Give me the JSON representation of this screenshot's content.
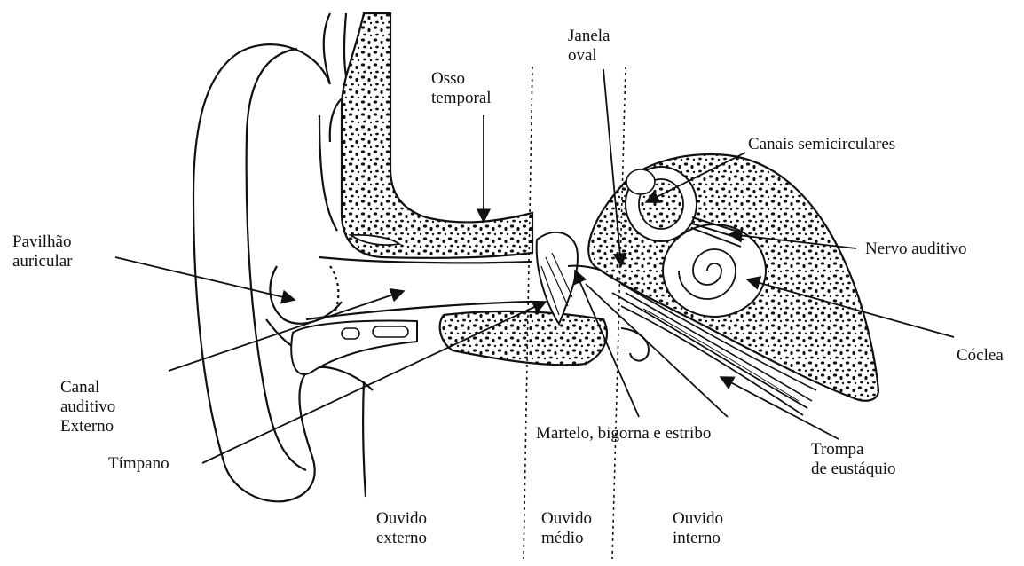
{
  "labels": {
    "pavilhao_1": "Pavilhão",
    "pavilhao_2": "auricular",
    "osso_1": "Osso",
    "osso_2": "temporal",
    "janela_1": "Janela",
    "janela_2": "oval",
    "canais": "Canais semicirculares",
    "nervo": "Nervo auditivo",
    "coclea": "Cóclea",
    "canal_1": "Canal",
    "canal_2": "auditivo",
    "canal_3": "Externo",
    "timpano": "Tímpano",
    "martelo": "Martelo, bigorna e estribo",
    "trompa_1": "Trompa",
    "trompa_2": "de eustáquio",
    "ext_1": "Ouvido",
    "ext_2": "externo",
    "med_1": "Ouvido",
    "med_2": "médio",
    "int_1": "Ouvido",
    "int_2": "interno"
  },
  "colors": {
    "ink": "#111111",
    "bone_fill": "#ffffff",
    "background": "#ffffff"
  }
}
